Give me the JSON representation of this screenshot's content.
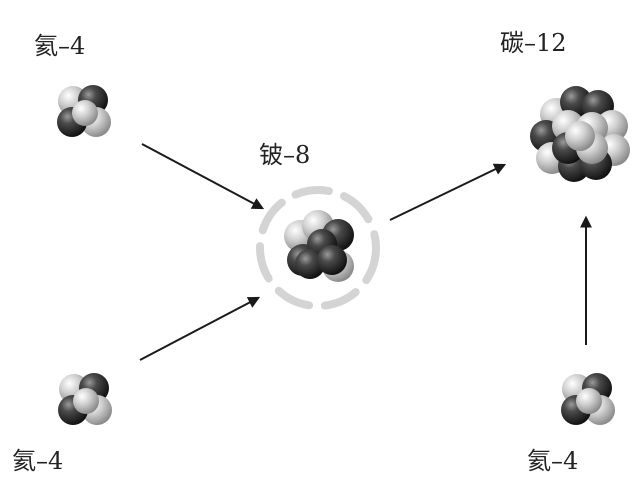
{
  "labels": {
    "helium_top_left": "氦–4",
    "beryllium": "铍–8",
    "carbon": "碳–12",
    "helium_bottom_left": "氦–4",
    "helium_bottom_right": "氦–4"
  },
  "colors": {
    "dark_sphere": "#2b2b2b",
    "light_sphere": "#bdbdbd",
    "arrow": "#1a1a1a",
    "glow": "#cfcfcf"
  }
}
